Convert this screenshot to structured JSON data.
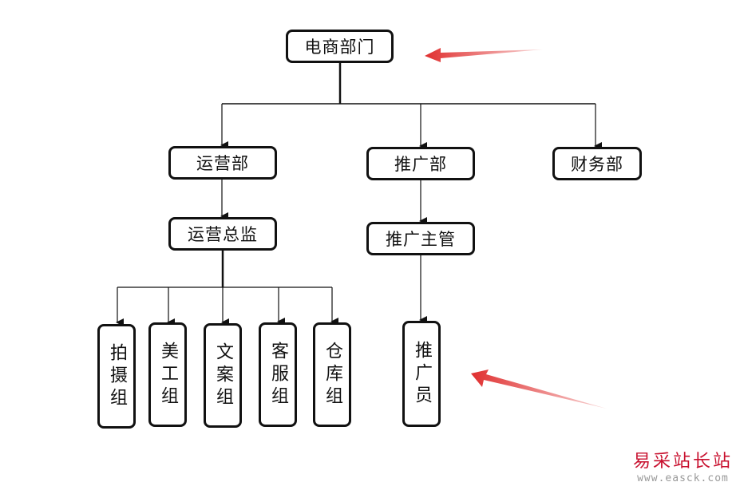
{
  "diagram": {
    "root": {
      "label": "电商部门"
    },
    "departments": [
      {
        "label": "运营部"
      },
      {
        "label": "推广部"
      },
      {
        "label": "财务部"
      }
    ],
    "managers": [
      {
        "label": "运营总监",
        "parent": "运营部"
      },
      {
        "label": "推广主管",
        "parent": "推广部"
      }
    ],
    "ops_groups": [
      {
        "label": "拍摄组",
        "chars": [
          "拍",
          "摄",
          "组"
        ]
      },
      {
        "label": "美工组",
        "chars": [
          "美",
          "工",
          "组"
        ]
      },
      {
        "label": "文案组",
        "chars": [
          "文",
          "案",
          "组"
        ]
      },
      {
        "label": "客服组",
        "chars": [
          "客",
          "服",
          "组"
        ]
      },
      {
        "label": "仓库组",
        "chars": [
          "仓",
          "库",
          "组"
        ]
      }
    ],
    "promo_staff": {
      "label": "推广员",
      "chars": [
        "推",
        "广",
        "员"
      ]
    },
    "annotation_arrow_color": "#e03030",
    "line_color": "#111111"
  },
  "watermark": {
    "name": "易采站长站",
    "url": "www.easck.com"
  }
}
